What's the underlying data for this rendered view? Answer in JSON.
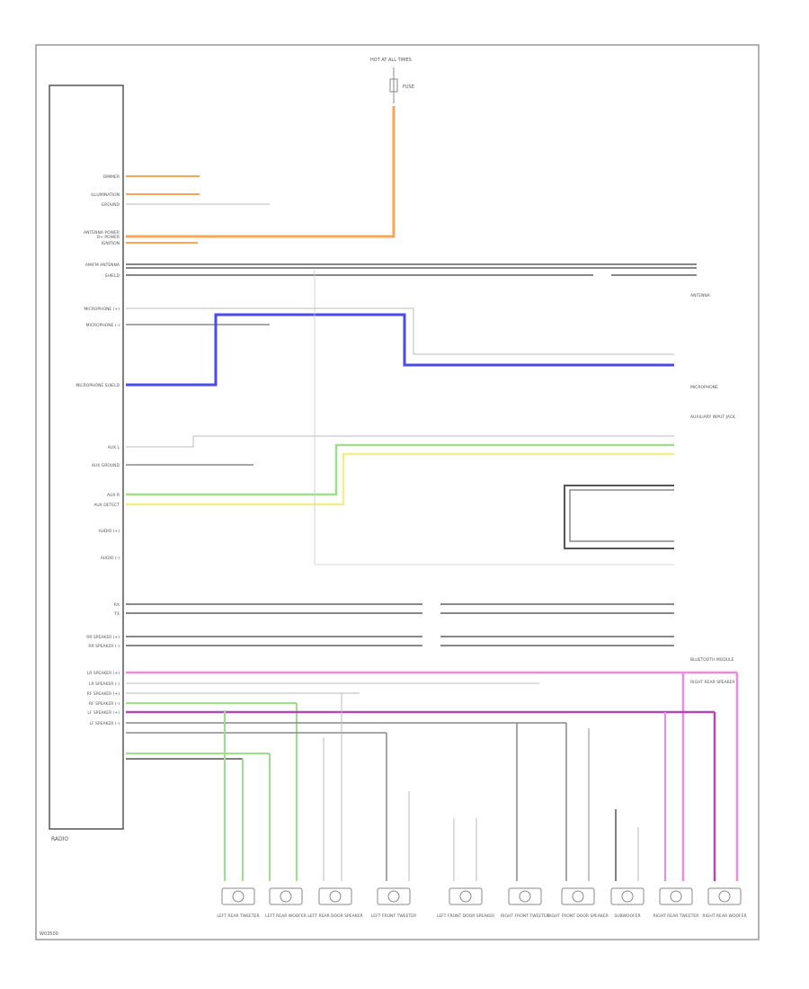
{
  "radio_label": "RADIO",
  "fuse_label": "FUSE",
  "fuse_block_label": "HOT AT ALL TIMES",
  "footer_code": "W03500",
  "colors": {
    "frame": "#999999",
    "wire": "#999999",
    "dark_wire": "#555555",
    "orange": "#f5a65b",
    "blue": "#4a4af0",
    "green": "#9de08a",
    "yellow": "#f0f08a",
    "pink": "#f08ae0",
    "magenta": "#b04ab0",
    "text": "#555555"
  },
  "left_pins": [
    {
      "label": "DIMMER"
    },
    {
      "label": "ILLUMINATION"
    },
    {
      "label": "GROUND"
    },
    {
      "label": "ANTENNA POWER"
    },
    {
      "label": "B+ POWER"
    },
    {
      "label": "IGNITION"
    },
    {
      "label": "AM/FM ANTENNA"
    },
    {
      "label": "SHIELD"
    },
    {
      "label": "MICROPHONE (+)"
    },
    {
      "label": "MICROPHONE (-)"
    },
    {
      "label": "MICROPHONE SHIELD"
    },
    {
      "label": "AUX L"
    },
    {
      "label": "AUX GROUND"
    },
    {
      "label": "AUX R"
    },
    {
      "label": "AUX DETECT"
    },
    {
      "label": "AUDIO (+)"
    },
    {
      "label": "AUDIO (-)"
    },
    {
      "label": "RX"
    },
    {
      "label": "TX"
    },
    {
      "label": "RR SPEAKER (+)"
    },
    {
      "label": "RR SPEAKER (-)"
    },
    {
      "label": "LR SPEAKER (+)"
    },
    {
      "label": "LR SPEAKER (-)"
    },
    {
      "label": "RF SPEAKER (+)"
    },
    {
      "label": "RF SPEAKER (-)"
    },
    {
      "label": "LF SPEAKER (+)"
    },
    {
      "label": "LF SPEAKER (-)"
    }
  ],
  "right_components": [
    {
      "label": "ANTENNA"
    },
    {
      "label": "MICROPHONE"
    },
    {
      "label": "AUXILIARY INPUT JACK"
    },
    {
      "label": "BLUETOOTH MODULE"
    },
    {
      "label": "RIGHT REAR SPEAKER"
    }
  ],
  "speakers": [
    {
      "label": "LEFT REAR TWEETER"
    },
    {
      "label": "LEFT REAR WOOFER"
    },
    {
      "label": "LEFT REAR DOOR SPEAKER"
    },
    {
      "label": "LEFT FRONT TWEETER"
    },
    {
      "label": "LEFT FRONT DOOR SPEAKER"
    },
    {
      "label": "RIGHT FRONT TWEETER"
    },
    {
      "label": "RIGHT FRONT DOOR SPEAKER"
    },
    {
      "label": "SUBWOOFER"
    },
    {
      "label": "RIGHT REAR TWEETER"
    },
    {
      "label": "RIGHT REAR WOOFER"
    }
  ]
}
